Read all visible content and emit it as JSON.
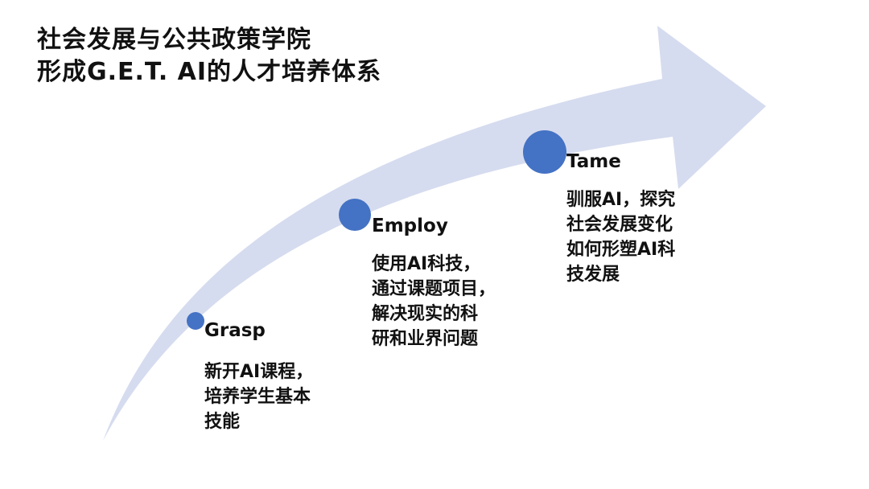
{
  "title": {
    "line1": "社会发展与公共政策学院",
    "line2": "形成G.E.T. AI的人才培养体系"
  },
  "colors": {
    "arrow_fill": "#d6dcef",
    "dot_fill": "#4472c4",
    "text": "#111111"
  },
  "stages": [
    {
      "name": "Grasp",
      "desc_lines": [
        "新开AI课程，",
        "培养学生基本",
        "技能"
      ]
    },
    {
      "name": "Employ",
      "desc_lines": [
        "使用AI科技，",
        "通过课题项目，",
        "解决现实的科",
        "研和业界问题"
      ]
    },
    {
      "name": "Tame",
      "desc_lines": [
        "驯服AI，探究",
        "社会发展变化",
        "如何形塑AI科",
        "技发展"
      ]
    }
  ]
}
